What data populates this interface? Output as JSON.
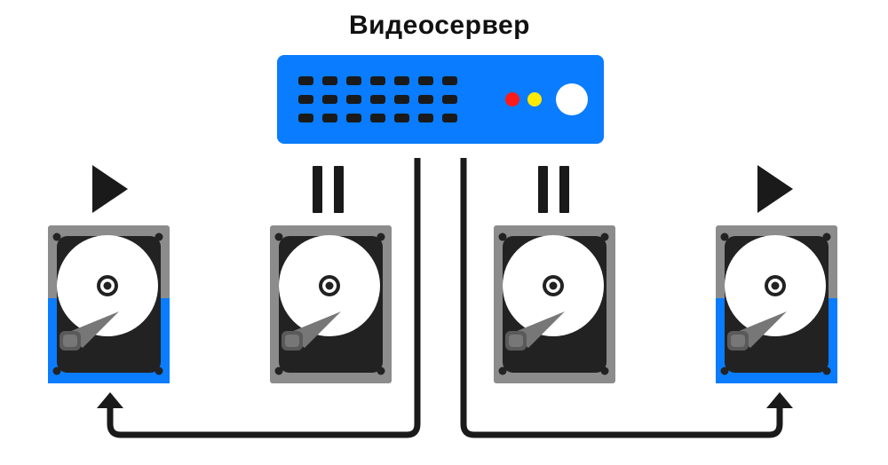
{
  "title": "Видеосервер",
  "colors": {
    "server_body": "#0a7cff",
    "slot": "#1a1a1a",
    "led_red": "#ff1a1a",
    "led_yellow": "#ffea00",
    "power": "#ffffff",
    "drive_active": "#0a7cff",
    "drive_frame": "#8c8c8c",
    "drive_inner": "#222222",
    "platter": "#ffffff",
    "arm": "#777777",
    "cable": "#1a1a1a"
  },
  "drives": [
    {
      "state": "active",
      "status_icon": "play-icon"
    },
    {
      "state": "idle",
      "status_icon": "pause-icon"
    },
    {
      "state": "idle",
      "status_icon": "pause-icon"
    },
    {
      "state": "active",
      "status_icon": "play-icon"
    }
  ]
}
